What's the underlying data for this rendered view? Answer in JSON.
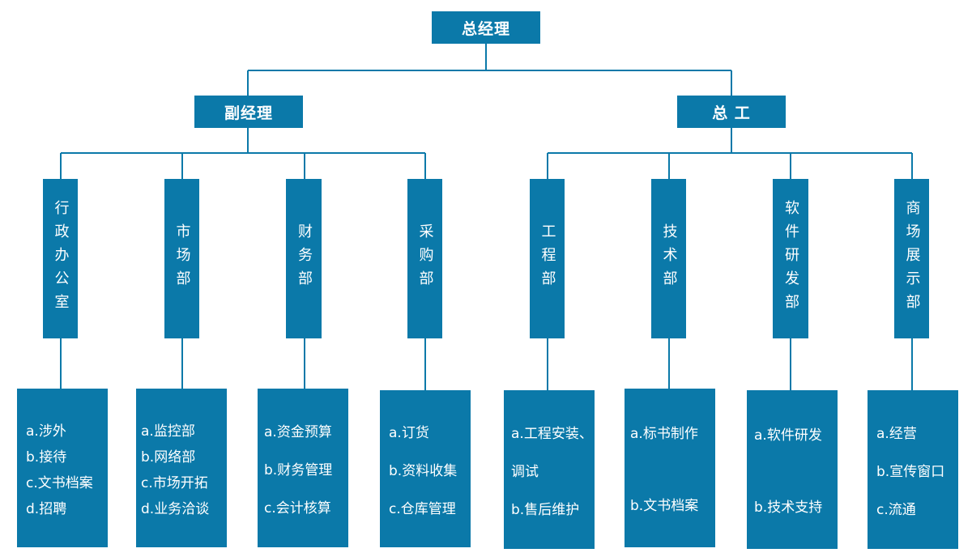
{
  "top": {
    "title": "总经理"
  },
  "mid": [
    {
      "title": "副经理"
    },
    {
      "title": "总 工"
    }
  ],
  "departments": [
    {
      "name": "行政办公室",
      "tasks": [
        "a.涉外",
        "b.接待",
        "c.文书档案",
        "d.招聘"
      ]
    },
    {
      "name": "市场部",
      "tasks": [
        "a.监控部",
        "b.网络部",
        "c.市场开拓",
        "d.业务洽谈"
      ]
    },
    {
      "name": "财务部",
      "tasks": [
        "a.资金预算",
        "b.财务管理",
        "c.会计核算"
      ]
    },
    {
      "name": "采购部",
      "tasks": [
        "a.订货",
        "b.资料收集",
        "c.仓库管理"
      ]
    },
    {
      "name": "工程部",
      "tasks": [
        "a.工程安装、",
        "调试",
        "b.售后维护"
      ]
    },
    {
      "name": "技术部",
      "tasks": [
        "a.标书制作",
        "b.文书档案"
      ]
    },
    {
      "name": "软件研发部",
      "tasks": [
        "a.软件研发",
        "b.技术支持"
      ]
    },
    {
      "name": "商场展示部",
      "tasks": [
        "a.经营",
        "b.宣传窗口",
        "c.流通"
      ]
    }
  ],
  "colors": {
    "box": "#0b79a9",
    "line": "#0b79a9",
    "text": "#ffffff"
  }
}
